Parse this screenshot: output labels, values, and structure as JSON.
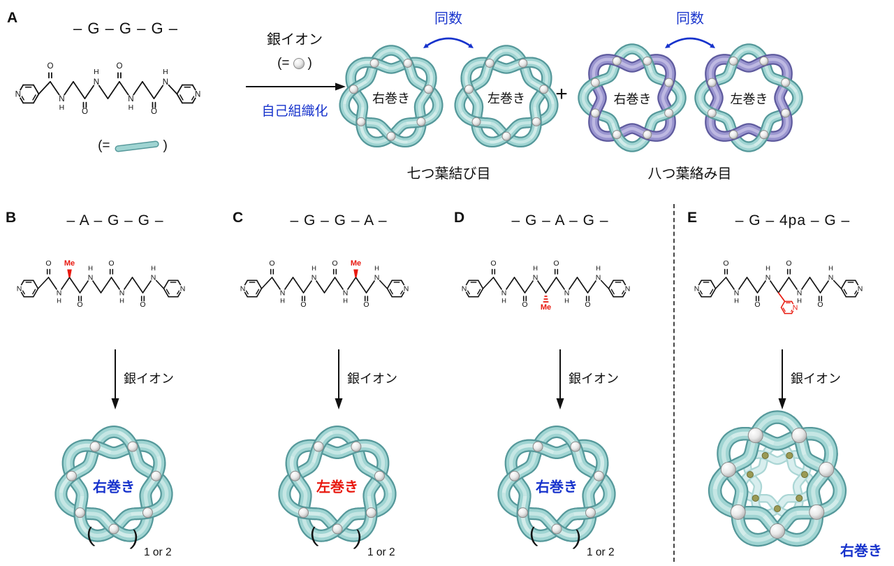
{
  "colors": {
    "blue": "#1733cc",
    "red": "#e8190f",
    "black": "#111111",
    "teal": "#9fd4d2",
    "tealDark": "#55989a",
    "tealHi": "#d2ecea",
    "purple": "#9a95cf",
    "purpleDark": "#5f5b9e",
    "purpleHi": "#c9c6e8",
    "fadeTeal": "#d8eeee",
    "fadeTealDark": "#abd6d5",
    "olive": "#9a9a55",
    "oliveDark": "#6f6f35",
    "sphere": "#f0f0f0",
    "sphereEdge": "#8a8a8a"
  },
  "atoms": {
    "O": "O",
    "N": "N",
    "H": "H",
    "Me": "Me"
  },
  "panelA": {
    "label": "A",
    "sequence": "– G – G – G –",
    "rod_eq_open": "(=",
    "rod_eq_close": ")",
    "silver_ion": "銀イオン",
    "silver_eq_open": "(=",
    "silver_eq_close": ")",
    "self_assembly": "自己組織化",
    "equal_left": "同数",
    "equal_right": "同数",
    "plus": "+",
    "knot_caption": "七つ葉結び目",
    "link_caption": "八つ葉絡み目",
    "knots": [
      {
        "label": "右巻き",
        "dir": 1
      },
      {
        "label": "左巻き",
        "dir": -1
      },
      {
        "label": "右巻き",
        "dir": 1
      },
      {
        "label": "左巻き",
        "dir": -1
      }
    ]
  },
  "panels": [
    {
      "label": "B",
      "sequence": "– A – G – G –",
      "silver_ion": "銀イオン",
      "handedness": "右巻き",
      "handedness_color": "blue",
      "note_open": "(",
      "note_close": ")",
      "note": "1 or 2",
      "me": 0,
      "dir": 1
    },
    {
      "label": "C",
      "sequence": "– G – G – A –",
      "silver_ion": "銀イオン",
      "handedness": "左巻き",
      "handedness_color": "red",
      "note_open": "(",
      "note_close": ")",
      "note": "1 or 2",
      "me": 2,
      "dir": -1
    },
    {
      "label": "D",
      "sequence": "– G – A – G –",
      "silver_ion": "銀イオン",
      "handedness": "右巻き",
      "handedness_color": "blue",
      "note_open": "(",
      "note_close": ")",
      "note": "1 or 2",
      "me": 1,
      "dir": 1
    },
    {
      "label": "E",
      "sequence": "– G – 4pa – G –",
      "silver_ion": "銀イオン",
      "handedness": "右巻き",
      "handedness_color": "blue",
      "pa": true,
      "dir": 1
    }
  ]
}
